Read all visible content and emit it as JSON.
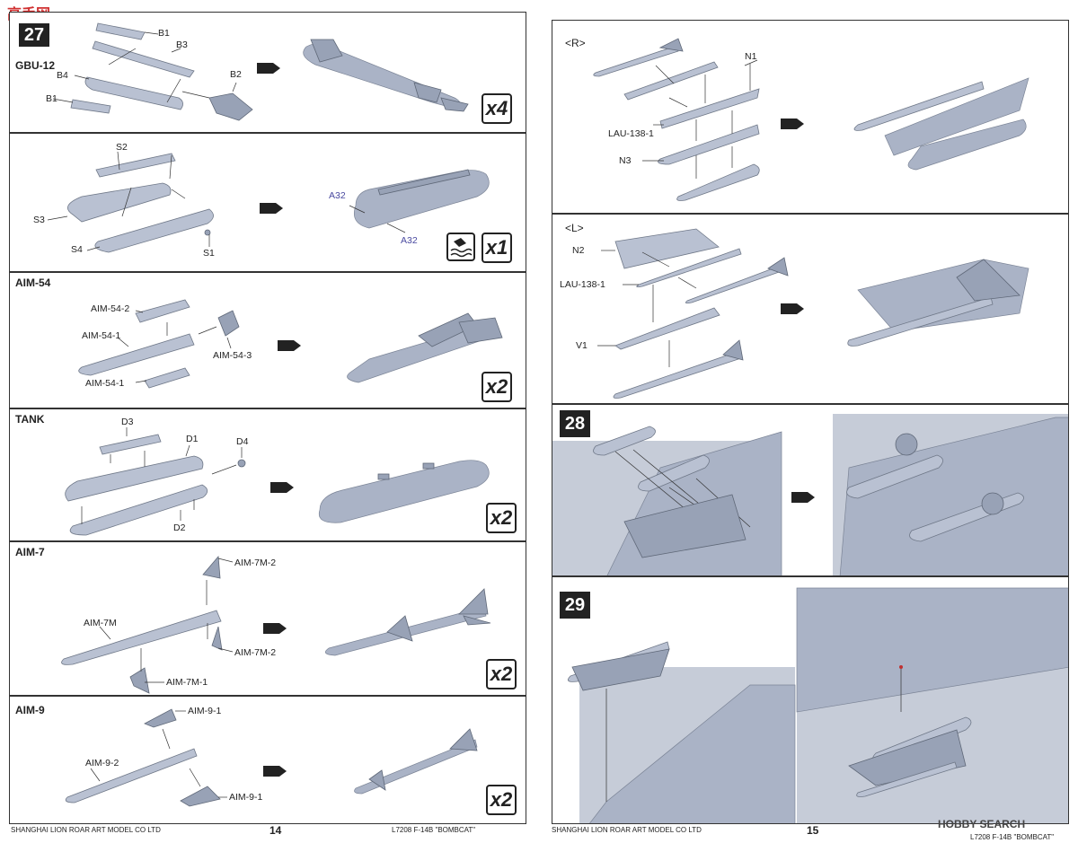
{
  "watermark_top": "高手网",
  "watermark_bottom": "HOBBY SEARCH",
  "left_page": {
    "footer_company": "SHANGHAI LION ROAR ART MODEL CO LTD",
    "page_number": "14",
    "step_number": "27",
    "panels": [
      {
        "title": "GBU-12",
        "labels": [
          "B1",
          "B3",
          "B4",
          "B1",
          "B2"
        ],
        "qty": "x4"
      },
      {
        "title": "",
        "labels": [
          "S2",
          "S3",
          "S4",
          "S1",
          "A32",
          "A32"
        ],
        "qty": "x1"
      },
      {
        "title": "AIM-54",
        "labels": [
          "AIM-54-2",
          "AIM-54-1",
          "AIM-54-3",
          "AIM-54-1"
        ],
        "qty": "x2"
      },
      {
        "title": "TANK",
        "labels": [
          "D3",
          "D1",
          "D4",
          "D2"
        ],
        "qty": "x2"
      },
      {
        "title": "AIM-7",
        "labels": [
          "AIM-7M-2",
          "AIM-7M",
          "AIM-7M-2",
          "AIM-7M-1"
        ],
        "qty": "x2"
      },
      {
        "title": "AIM-9",
        "labels": [
          "AIM-9-1",
          "AIM-9-2",
          "AIM-9-1"
        ],
        "qty": "x2"
      }
    ]
  },
  "right_page": {
    "footer_company": "SHANGHAI LION ROAR ART MODEL CO LTD",
    "page_number": "15",
    "kit_code": "L7208  F-14B  \"BOMBCAT\"",
    "kit_code_left": "L7208  F-14B  \"BOMBCAT\"",
    "panel_r": {
      "title": "<R>",
      "labels": [
        "N1",
        "LAU-138-1",
        "N3"
      ]
    },
    "panel_l": {
      "title": "<L>",
      "labels": [
        "N2",
        "LAU-138-1",
        "V1"
      ]
    },
    "step28": "28",
    "step29": "29"
  }
}
